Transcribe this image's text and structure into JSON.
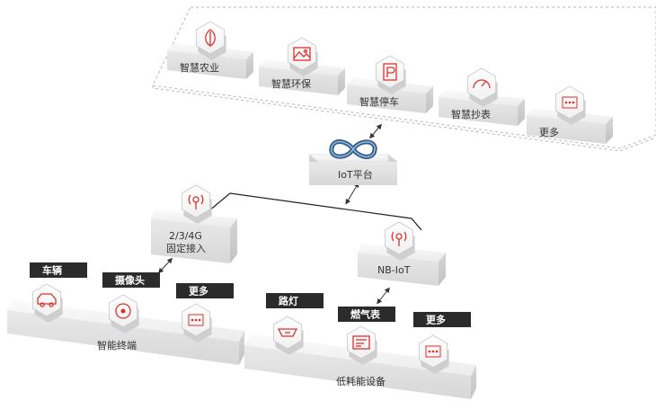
{
  "applications": [
    {
      "label": "智慧农业",
      "icon": "leaf-icon"
    },
    {
      "label": "智慧环保",
      "icon": "mountain-icon"
    },
    {
      "label": "智慧停车",
      "icon": "parking-icon"
    },
    {
      "label": "智慧抄表",
      "icon": "meter-gauge-icon"
    },
    {
      "label": "更多",
      "icon": "more-dots-icon"
    }
  ],
  "platform": {
    "label": "IoT平台",
    "icon": "infinity-logo-icon"
  },
  "gateways": [
    {
      "label_line1": "2/3/4G",
      "label_line2": "固定接入",
      "icon": "antenna-icon"
    },
    {
      "label_line1": "NB-IoT",
      "label_line2": "",
      "icon": "antenna-icon"
    }
  ],
  "smart_terminals": {
    "platform_label": "智能终端",
    "devices": [
      {
        "tag": "车辆",
        "icon": "car-icon"
      },
      {
        "tag": "摄像头",
        "icon": "camera-icon"
      },
      {
        "tag": "更多",
        "icon": "more-dots-icon"
      }
    ]
  },
  "low_power": {
    "platform_label": "低耗能设备",
    "devices": [
      {
        "tag": "路灯",
        "icon": "streetlight-icon"
      },
      {
        "tag": "燃气表",
        "icon": "gas-meter-icon"
      },
      {
        "tag": "更多",
        "icon": "more-dots-icon"
      }
    ]
  },
  "colors": {
    "accent": "#e0302c",
    "platform_blue": "#2e5d8c",
    "tag_bg": "#2b2b2b"
  }
}
